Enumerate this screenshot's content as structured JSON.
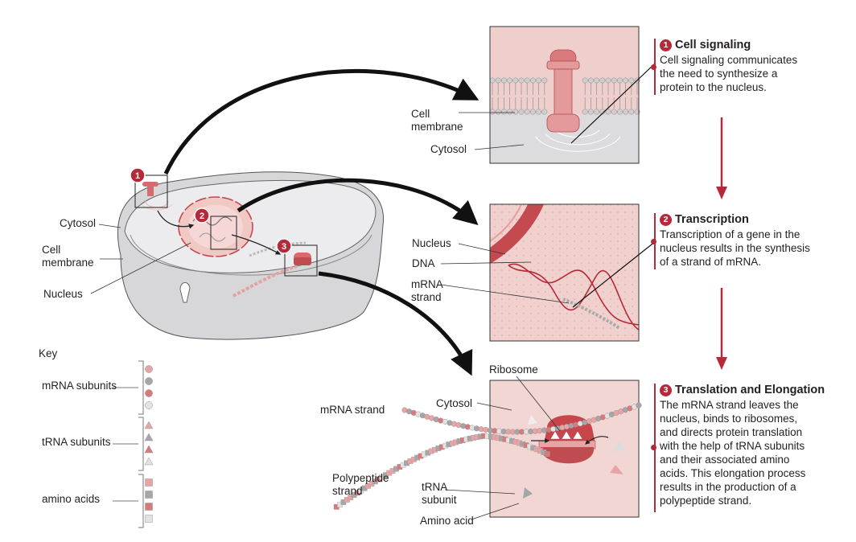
{
  "overview": {
    "cytosol": "Cytosol",
    "cell_membrane": "Cell\nmembrane",
    "nucleus": "Nucleus",
    "markers": [
      "1",
      "2",
      "3"
    ]
  },
  "panel1": {
    "cell_membrane": "Cell\nmembrane",
    "cytosol": "Cytosol"
  },
  "panel2": {
    "nucleus": "Nucleus",
    "dna": "DNA",
    "mrna_strand": "mRNA\nstrand"
  },
  "panel3": {
    "ribosome": "Ribosome",
    "cytosol": "Cytosol",
    "mrna_strand": "mRNA strand",
    "polypeptide_strand": "Polypeptide\nstrand",
    "trna_subunit": "tRNA\nsubunit",
    "amino_acid": "Amino acid"
  },
  "steps": [
    {
      "number": "1",
      "title": "Cell signaling",
      "body": "Cell signaling communicates\nthe need to synthesize a\nprotein to the nucleus."
    },
    {
      "number": "2",
      "title": "Transcription",
      "body": "Transcription of a gene in the\nnucleus results in the synthesis\nof a strand of mRNA."
    },
    {
      "number": "3",
      "title": "Translation and Elongation",
      "body": "The mRNA strand leaves the\nnucleus, binds to ribosomes,\nand directs protein translation\nwith the help of tRNA subunits\nand their associated amino\nacids. This elongation process\nresults in the production of a\npolypeptide strand."
    }
  ],
  "key": {
    "title": "Key",
    "groups": [
      {
        "label": "mRNA subunits",
        "shape": "circle",
        "colors": [
          "#e8a4a4",
          "#a6a6a8",
          "#d87a7c",
          "#e2e2e2"
        ]
      },
      {
        "label": "tRNA subunits",
        "shape": "triangle",
        "colors": [
          "#e8a4a4",
          "#a6a6a8",
          "#d87a7c",
          "#e2e2e2"
        ]
      },
      {
        "label": "amino acids",
        "shape": "square",
        "colors": [
          "#e8a4a4",
          "#a6a6a8",
          "#d87a7c",
          "#e2e2e2"
        ]
      }
    ]
  },
  "colors": {
    "accent": "#b52a3a",
    "pink": "#e8a4a4",
    "gray": "#a6a6a8",
    "cell": "#e6e6e6"
  }
}
